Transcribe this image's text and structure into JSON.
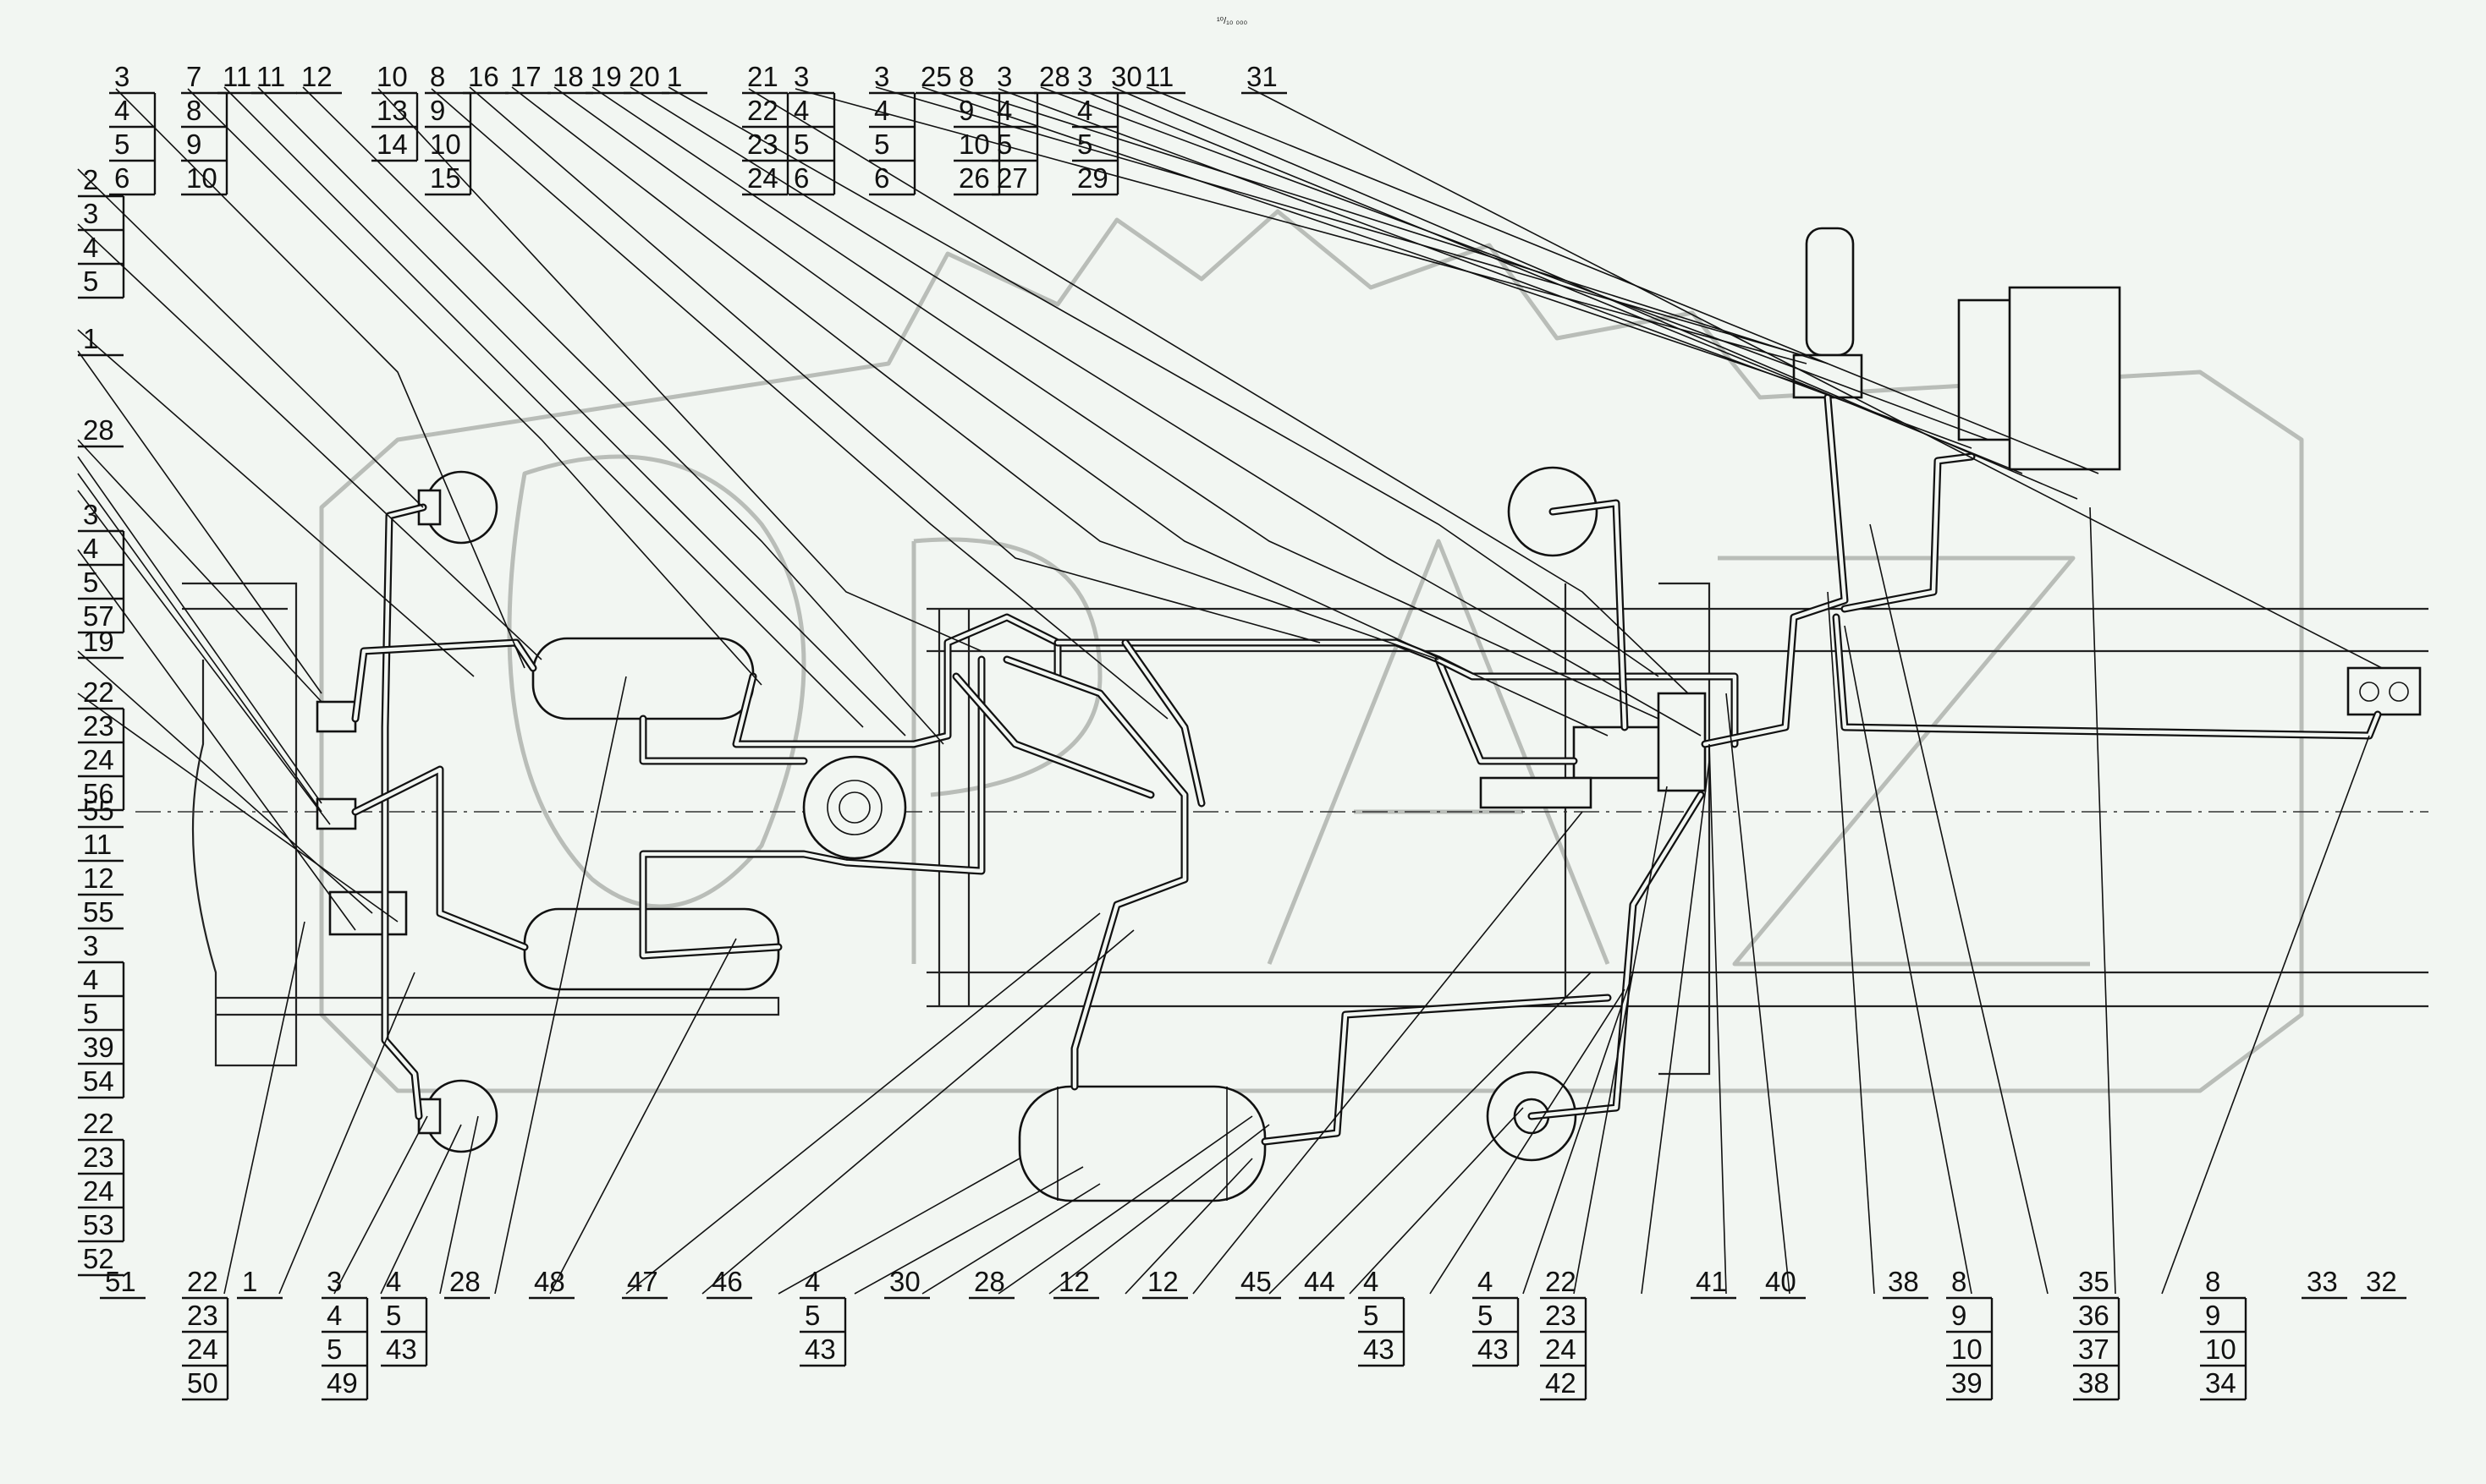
{
  "header": {
    "caption": "¹⁰/₁₀ ₀₀₀"
  },
  "watermark": {
    "text": "ORAZ",
    "color": "#b9bdb8"
  },
  "colors": {
    "background": "#f2f6f2",
    "ink": "#111111"
  },
  "callouts": {
    "top": [
      [
        "3",
        "4",
        "5",
        "6"
      ],
      [
        "7",
        "8",
        "9",
        "10"
      ],
      [
        "11"
      ],
      [
        "11"
      ],
      [
        "12"
      ],
      [
        "10",
        "13",
        "14"
      ],
      [
        "8",
        "9",
        "10",
        "15"
      ],
      [
        "16"
      ],
      [
        "17"
      ],
      [
        "18"
      ],
      [
        "19"
      ],
      [
        "20"
      ],
      [
        "1"
      ],
      [
        "21",
        "22",
        "23",
        "24"
      ],
      [
        "3",
        "4",
        "5",
        "6"
      ],
      [
        "3",
        "4",
        "5",
        "6"
      ],
      [
        "25"
      ],
      [
        "8",
        "9",
        "10",
        "26"
      ],
      [
        "3",
        "4",
        "5",
        "27"
      ],
      [
        "28"
      ],
      [
        "3",
        "4",
        "5",
        "29"
      ],
      [
        "30"
      ],
      [
        "11"
      ],
      [
        "31"
      ]
    ],
    "left": [
      [
        "2",
        "3",
        "4",
        "5"
      ],
      [
        "1"
      ],
      [
        "28"
      ],
      [
        "3",
        "4",
        "5",
        "57"
      ],
      [
        "19"
      ],
      [
        "22",
        "23",
        "24",
        "56"
      ],
      [
        "55"
      ],
      [
        "11"
      ],
      [
        "12"
      ],
      [
        "55"
      ],
      [
        "3",
        "4",
        "5",
        "39",
        "54"
      ],
      [
        "22",
        "23",
        "24",
        "53"
      ],
      [
        "52"
      ]
    ],
    "bottom": [
      [
        "51"
      ],
      [
        "22",
        "23",
        "24",
        "50"
      ],
      [
        "1"
      ],
      [
        "3",
        "4",
        "5",
        "49"
      ],
      [
        "4",
        "5",
        "43"
      ],
      [
        "28"
      ],
      [
        "48"
      ],
      [
        "47"
      ],
      [
        "46"
      ],
      [
        "4",
        "5",
        "43"
      ],
      [
        "30"
      ],
      [
        "28"
      ],
      [
        "12"
      ],
      [
        "12"
      ],
      [
        "45"
      ],
      [
        "44"
      ],
      [
        "4",
        "5",
        "43"
      ],
      [
        "4",
        "5",
        "43"
      ],
      [
        "22",
        "23",
        "24",
        "42"
      ],
      [
        "41"
      ],
      [
        "40"
      ],
      [
        "38"
      ],
      [
        "8",
        "9",
        "10",
        "39"
      ],
      [
        "35",
        "36",
        "37",
        "38"
      ],
      [
        "8",
        "9",
        "10",
        "34"
      ],
      [
        "33"
      ],
      [
        "32"
      ]
    ]
  }
}
